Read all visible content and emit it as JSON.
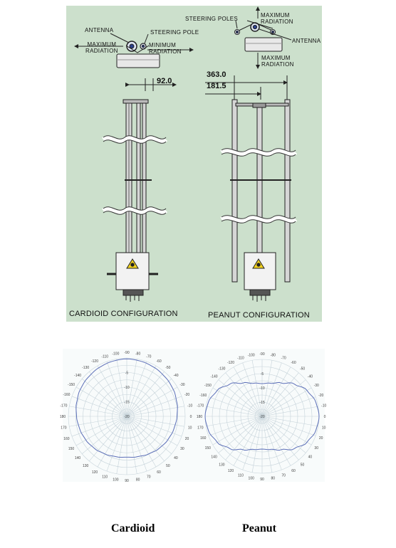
{
  "top_panel": {
    "left_labels": {
      "antenna": "ANTENNA",
      "steering_pole": "STEERING POLE",
      "max_radiation": "MAXIMUM\nRADIATION",
      "min_radiation": "MINIMUM\nRADIATION"
    },
    "right_labels": {
      "steering_poles": "STEERING POLES",
      "max_radiation_top": "MAXIMUM\nRADIATION",
      "antenna": "ANTENNA",
      "max_radiation_bottom": "MAXIMUM\nRADIATION"
    },
    "dimensions": {
      "left_offset": "92.0",
      "right_outer": "363.0",
      "right_inner": "181.5"
    },
    "captions": {
      "left": "CARDIOID CONFIGURATION",
      "right": "PEANUT CONFIGURATION"
    },
    "colors": {
      "background": "#cce0cc",
      "line": "#222222",
      "unit_fill": "#f2f2f2"
    }
  },
  "polar": {
    "angle_labels": [
      "-90",
      "-80",
      "-70",
      "-60",
      "-50",
      "-40",
      "-30",
      "-20",
      "-10",
      "0",
      "10",
      "20",
      "30",
      "40",
      "50",
      "60",
      "70",
      "80",
      "90",
      "100",
      "110",
      "120",
      "130",
      "140",
      "150",
      "160",
      "170",
      "180",
      "-170",
      "-160",
      "-150",
      "-140",
      "-130",
      "-120",
      "-110",
      "-100"
    ],
    "radial_labels": [
      "-5",
      "-10",
      "-15",
      "-20"
    ],
    "curve_color": "#5c6fb8",
    "grid_color": "#c6d3da"
  },
  "chart_data": [
    {
      "type": "polar",
      "title": "Cardioid",
      "angle_ticks_deg": [
        -90,
        -80,
        -70,
        -60,
        -50,
        -40,
        -30,
        -20,
        -10,
        0,
        10,
        20,
        30,
        40,
        50,
        60,
        70,
        80,
        90,
        100,
        110,
        120,
        130,
        140,
        150,
        160,
        170,
        180,
        -170,
        -160,
        -150,
        -140,
        -130,
        -120,
        -110,
        -100
      ],
      "radial_ticks": [
        0,
        -5,
        -10,
        -15,
        -20
      ],
      "rlim": [
        -20,
        0
      ],
      "angles_deg": [
        -90,
        -75,
        -60,
        -45,
        -30,
        -15,
        0,
        15,
        30,
        45,
        60,
        75,
        90,
        105,
        120,
        135,
        150,
        165,
        180,
        -165,
        -150,
        -135,
        -120,
        -105
      ],
      "gain_db": [
        -0.3,
        -0.5,
        -0.8,
        -1.2,
        -1.6,
        -2.2,
        -2.8,
        -3.3,
        -3.8,
        -4.4,
        -5.1,
        -5.7,
        -6.0,
        -5.7,
        -5.1,
        -4.4,
        -3.8,
        -3.3,
        -2.8,
        -2.2,
        -1.6,
        -1.2,
        -0.8,
        -0.5
      ]
    },
    {
      "type": "polar",
      "title": "Peanut",
      "angle_ticks_deg": [
        -90,
        -80,
        -70,
        -60,
        -50,
        -40,
        -30,
        -20,
        -10,
        0,
        10,
        20,
        30,
        40,
        50,
        60,
        70,
        80,
        90,
        100,
        110,
        120,
        130,
        140,
        150,
        160,
        170,
        180,
        -170,
        -160,
        -150,
        -140,
        -130,
        -120,
        -110,
        -100
      ],
      "radial_ticks": [
        0,
        -5,
        -10,
        -15,
        -20
      ],
      "rlim": [
        -20,
        0
      ],
      "angles_deg": [
        -90,
        -75,
        -60,
        -45,
        -30,
        -15,
        0,
        15,
        30,
        45,
        60,
        75,
        90,
        105,
        120,
        135,
        150,
        165,
        180,
        -165,
        -150,
        -135,
        -120,
        -105
      ],
      "gain_db": [
        -8.5,
        -8.0,
        -6.5,
        -4.0,
        -1.8,
        -0.5,
        0,
        -0.5,
        -1.8,
        -4.0,
        -6.5,
        -8.0,
        -8.5,
        -8.0,
        -6.5,
        -4.0,
        -1.8,
        -0.5,
        0,
        -0.5,
        -1.8,
        -4.0,
        -6.5,
        -8.0
      ]
    }
  ],
  "labels": {
    "cardioid": "Cardioid",
    "peanut": "Peanut"
  }
}
